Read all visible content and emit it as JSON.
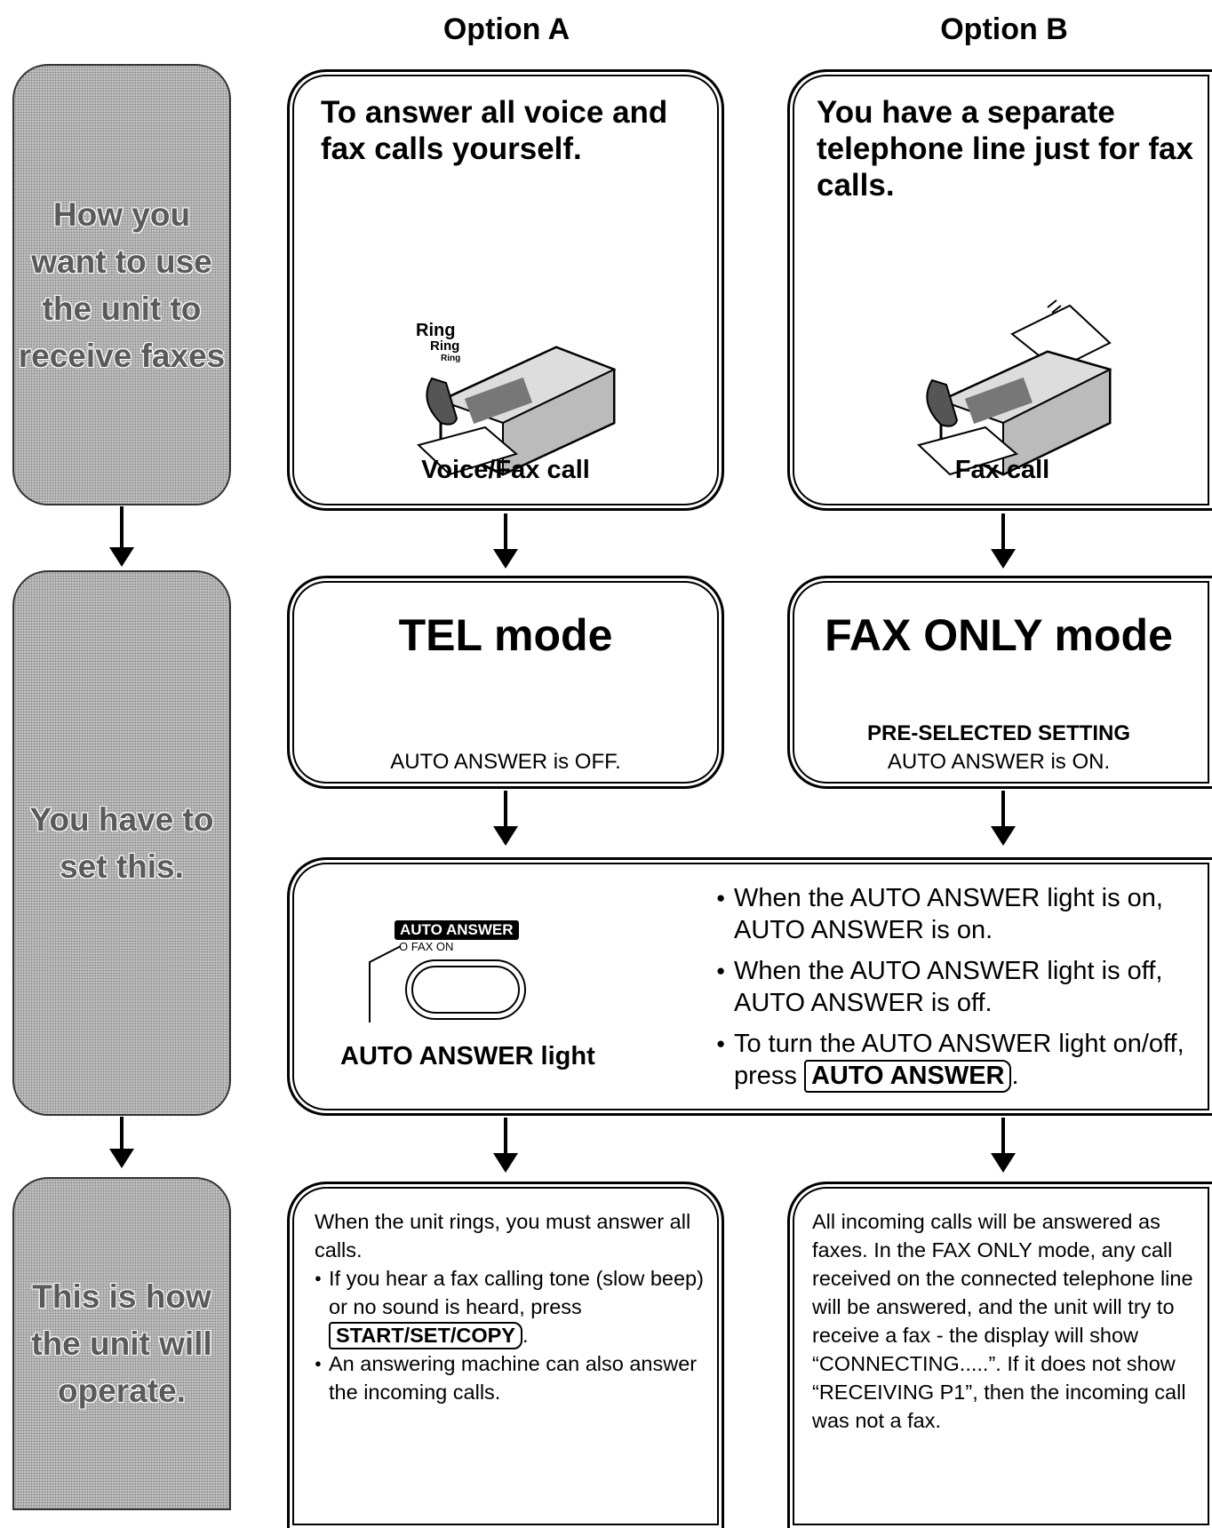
{
  "columns": {
    "option_a": "Option A",
    "option_b": "Option B"
  },
  "side_labels": {
    "use": "How you want to use the unit to receive faxes",
    "set": "You have to set this.",
    "operate": "This is how the unit will operate."
  },
  "option_a": {
    "question": "To answer all voice and fax calls yourself.",
    "ring": [
      "Ring",
      "Ring",
      "Ring"
    ],
    "caption": "Voice/Fax call",
    "mode": "TEL mode",
    "setting": "AUTO ANSWER is OFF.",
    "operation": {
      "intro": "When the unit rings, you must answer all calls.",
      "bullet1_text": "If you hear a fax calling tone (slow beep) or no sound is heard, press",
      "bullet1_key": "START/SET/COPY",
      "bullet2": "An answering machine can also answer the incoming calls."
    }
  },
  "option_b": {
    "question": "You have a separate telephone line just for fax calls.",
    "caption": "Fax call",
    "mode": "FAX ONLY mode",
    "preselected": "PRE-SELECTED SETTING",
    "setting": "AUTO ANSWER is ON.",
    "operation": "All incoming calls will be answered as faxes. In the FAX ONLY mode, any call received on the connected telephone line will be answered, and the unit will try to receive a fax - the display will show “CONNECTING.....”. If it does not show “RECEIVING P1”, then the incoming call was not a fax."
  },
  "auto_answer_panel": {
    "button_label": "AUTO ANSWER",
    "indicator_label": "O FAX ON",
    "light_caption": "AUTO ANSWER light",
    "bullet_on": "When the AUTO ANSWER light is on, AUTO ANSWER is on.",
    "bullet_off": "When the AUTO ANSWER light is off, AUTO ANSWER is off.",
    "bullet_toggle_text": "To turn the AUTO ANSWER light on/off, press",
    "bullet_toggle_key": "AUTO ANSWER"
  }
}
